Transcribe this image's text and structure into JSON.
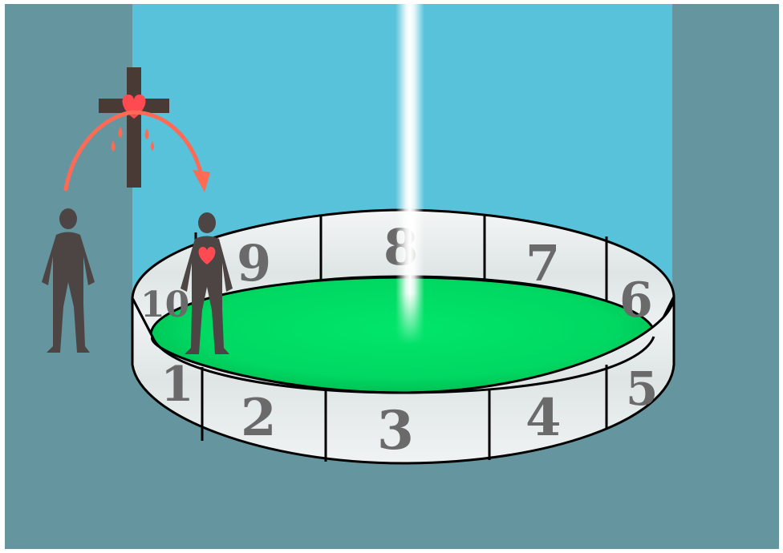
{
  "colors": {
    "background": "#65969f",
    "light_column": "#58c2da",
    "floor_green": "#00de66",
    "wall_panel": "#e8ecec",
    "numeral": "#6a6a6a",
    "figure": "#4d4444",
    "cross": "#4a3a36",
    "heart": "#ff4a52",
    "arrow": "#ff6a55"
  },
  "icons": [
    "cross-icon",
    "heart-icon",
    "person-icon",
    "curved-arrow-icon",
    "light-beam"
  ],
  "ring": {
    "numbers": [
      "1",
      "2",
      "3",
      "4",
      "5",
      "6",
      "7",
      "8",
      "9",
      "10"
    ]
  },
  "figures": {
    "outside_person": {
      "has_heart": false
    },
    "inside_person": {
      "has_heart": true
    }
  }
}
